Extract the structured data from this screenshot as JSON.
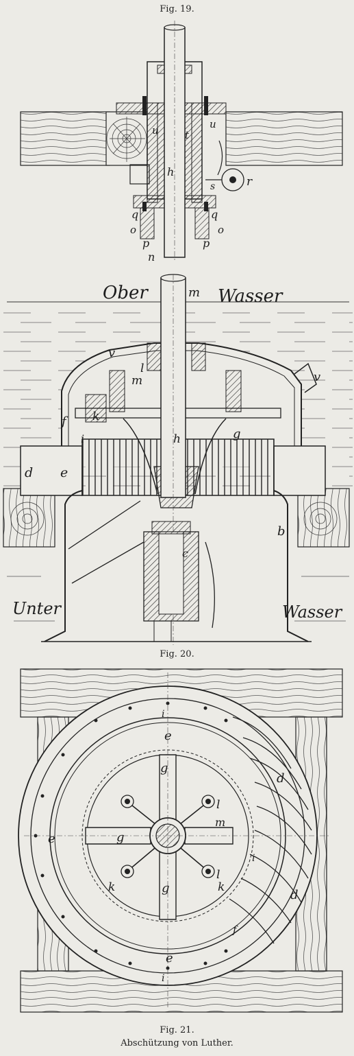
{
  "captions": {
    "fig19": "Fig. 19.",
    "fig20": "Fig. 20.",
    "fig21": "Fig. 21.",
    "fig21_sub": "Abschützung von Luther."
  },
  "water_labels": {
    "ober": "Ober",
    "wasser_top": "Wasser",
    "unter": "Unter",
    "wasser_bottom": "Wasser"
  },
  "fig19_labels": {
    "u_left": "u",
    "u_right": "u",
    "t": "t",
    "h": "h",
    "s": "s",
    "r": "r",
    "q_left": "q",
    "q_right": "q",
    "o_left": "o",
    "o_right": "o",
    "p_left": "p",
    "p_right": "p",
    "n": "n"
  },
  "fig20_labels": {
    "m_top": "m",
    "v_left": "v",
    "v_right": "v",
    "l": "l",
    "m": "m",
    "f": "f",
    "k": "k",
    "i": "i",
    "h": "h",
    "g": "g",
    "d": "d",
    "e": "e",
    "c": "c",
    "b": "b"
  },
  "fig21_labels": {
    "i_top": "i",
    "e_top": "e",
    "d_top": "d",
    "g_top": "g",
    "l_right": "l",
    "m": "m",
    "e_left": "e",
    "g_left": "g",
    "i_right": "i",
    "l_low": "l",
    "k_left": "k",
    "k_right": "k",
    "g_bottom": "g",
    "d_bottom": "d",
    "f": "f",
    "e_bottom": "e",
    "i_bottom": "i"
  },
  "colors": {
    "paper": "#ecebe6",
    "ink": "#1d1d1d",
    "wood_grain": "#555555",
    "water_line": "#444444"
  }
}
